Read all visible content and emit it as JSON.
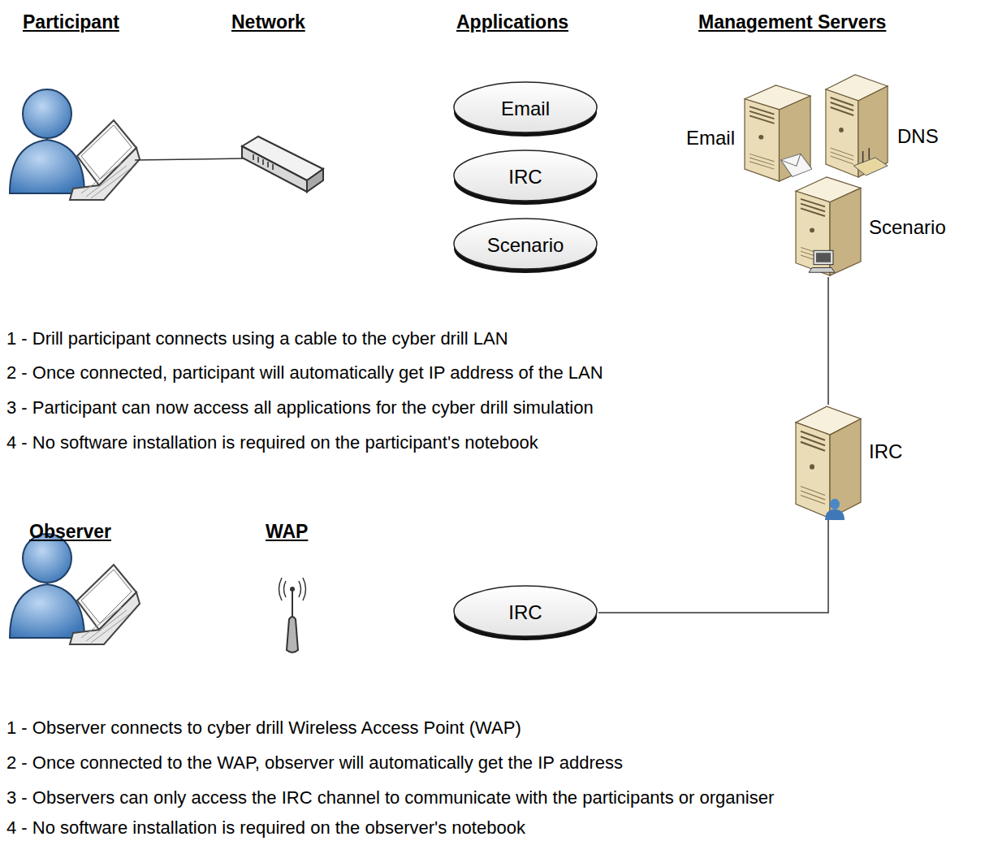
{
  "diagram": {
    "nodes": [
      {
        "text": [
          "Email"
        ]
      },
      {
        "text": [
          "IRC"
        ]
      },
      {
        "text": [
          "Scenario"
        ]
      },
      {
        "text": [
          "Email"
        ]
      },
      {
        "text": [
          "DNS"
        ]
      },
      {
        "text": [
          "Scenario"
        ]
      },
      {
        "text": [
          "IRC"
        ]
      },
      {
        "text": [
          "IRC"
        ]
      }
    ],
    "edges": [
      {
        "from": 5,
        "to": 6,
        "arrow": "none"
      },
      {
        "from": 6,
        "to": 7,
        "arrow": "none"
      }
    ],
    "labels": [
      "Participant",
      "Network",
      "Applications",
      "Management Servers",
      "1 - Drill participant connects using a cable to the cyber drill LAN",
      "2 - Once connected, participant will automatically get IP address of the LAN",
      "3 - Participant can now access all applications for the cyber drill simulation",
      "4 - No software installation is required on the participant's notebook",
      "Observer",
      "WAP",
      "1 - Observer connects to cyber drill Wireless Access Point  (WAP)",
      "2 - Once connected to the WAP, observer will automatically get the IP address",
      "3 - Observers can only access the IRC channel to communicate with the participants or organiser",
      "4 - No software installation is required on the observer's notebook"
    ]
  }
}
